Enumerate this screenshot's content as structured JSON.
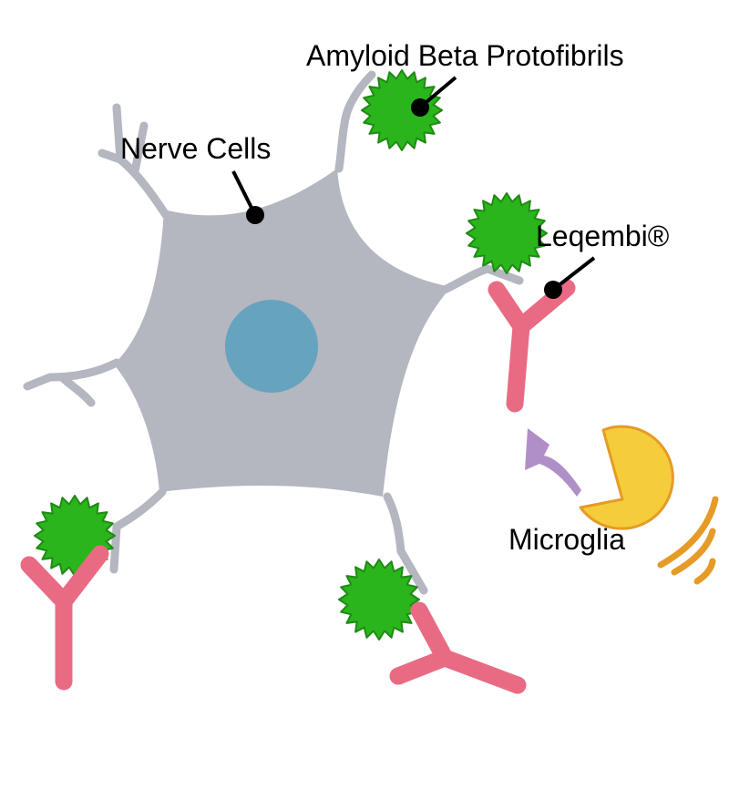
{
  "labels": {
    "amyloid": "Amyloid Beta Protofibrils",
    "nerve": "Nerve Cells",
    "leqembi": "Leqembi®",
    "microglia": "Microglia"
  },
  "colors": {
    "cell_body": "#b4b6c0",
    "dendrite": "#b4b6c0",
    "nucleus": "#66a3bf",
    "protofibril_fill": "#2ab51c",
    "protofibril_stroke": "#1f8a14",
    "antibody": "#e96b83",
    "microglia_fill": "#f5cd3c",
    "microglia_stroke": "#e59b26",
    "arrow": "#b08fc8",
    "pointer": "#000000"
  },
  "icons": [
    "protofibril-icon",
    "antibody-icon",
    "microglia-icon",
    "arrow-icon",
    "nucleus-icon"
  ]
}
